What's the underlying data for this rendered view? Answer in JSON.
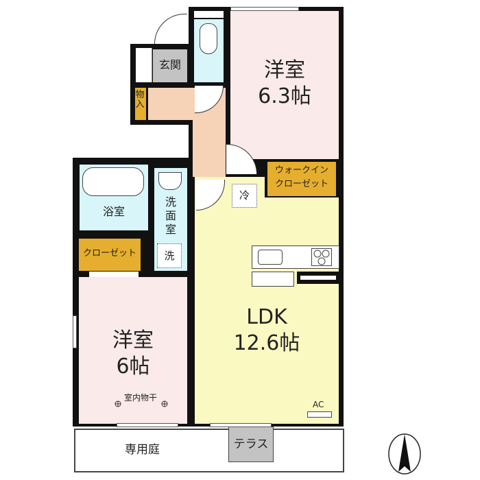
{
  "rooms": {
    "bedroom1": {
      "name": "洋室",
      "size": "6.3帖"
    },
    "bedroom2": {
      "name": "洋室",
      "size": "6帖"
    },
    "ldk": {
      "name": "LDK",
      "size": "12.6帖"
    },
    "entrance": "玄関",
    "storage": "物入",
    "walk_in_closet": [
      "ウォークイン",
      "クローゼット"
    ],
    "bathroom": "浴室",
    "washroom": "洗面室",
    "closet": "クローゼット",
    "fridge": "冷",
    "washer": "洗",
    "indoor_drying": "室内物干",
    "ac": "AC",
    "private_garden": "専用庭",
    "terrace": "テラス"
  },
  "colors": {
    "bedroom": "#fbeaea",
    "wet": "#d8f5fa",
    "storage": "#e6ae2e",
    "hall": "#f6d2b7",
    "ldk": "#fbf9c2",
    "entrance": "#c3c3c3"
  }
}
